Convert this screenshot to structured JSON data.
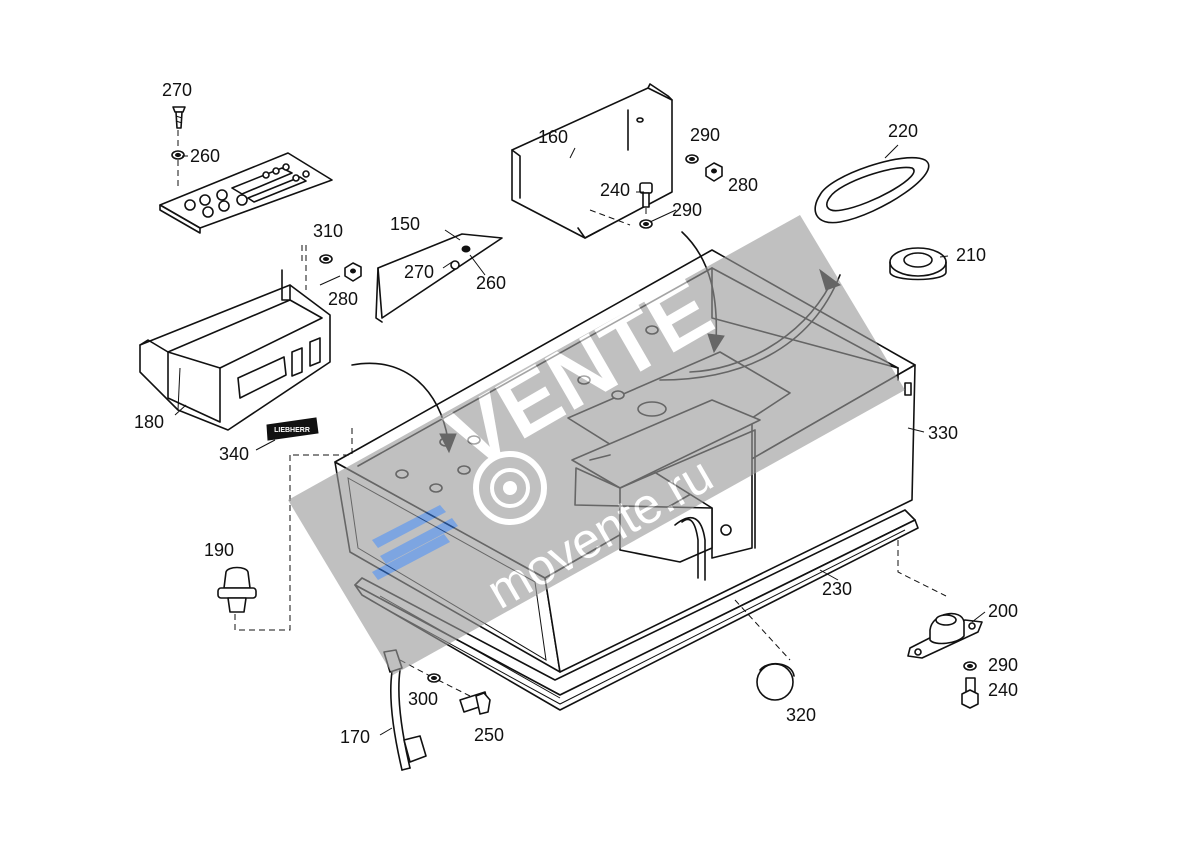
{
  "labels": {
    "p270a": "270",
    "p260a": "260",
    "p310": "310",
    "p280a": "280",
    "p150": "150",
    "p270b": "270",
    "p260b": "260",
    "p180": "180",
    "p340": "340",
    "p160": "160",
    "p290a": "290",
    "p280b": "280",
    "p240a": "240",
    "p290b": "290",
    "p220": "220",
    "p210": "210",
    "p330": "330",
    "p190": "190",
    "p230": "230",
    "p200": "200",
    "p290c": "290",
    "p240b": "240",
    "p300": "300",
    "p250": "250",
    "p170": "170",
    "p320": "320"
  },
  "badge_text": "LIEBHERR",
  "watermark": {
    "brand": "VENTE",
    "url": "movente.ru"
  },
  "colors": {
    "line": "#111111",
    "watermark_band": "#9a9a9a",
    "watermark_blue": "#2f6fd0"
  }
}
